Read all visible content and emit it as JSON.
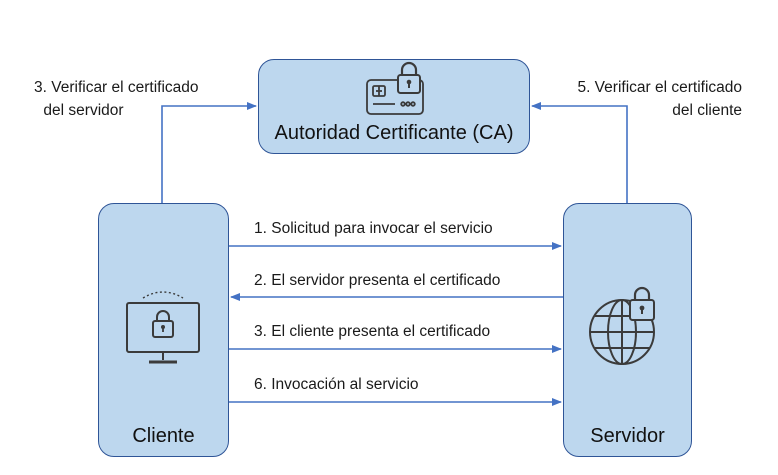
{
  "nodes": {
    "ca": {
      "title": "Autoridad Certificante (CA)",
      "icon": "credit-card-lock-icon"
    },
    "client": {
      "title": "Cliente",
      "icon": "monitor-lock-icon"
    },
    "server": {
      "title": "Servidor",
      "icon": "globe-lock-icon"
    }
  },
  "edges": {
    "verify_server": {
      "line1": "3. Verificar el certificado",
      "line2": "del servidor"
    },
    "verify_client": {
      "line1": "5. Verificar el certificado",
      "line2": "del cliente"
    },
    "messages": [
      "1. Solicitud para invocar el servicio",
      "2. El servidor presenta el certificado",
      "3. El cliente presenta el certificado",
      "6. Invocación al servicio"
    ]
  },
  "colors": {
    "box_fill": "#bdd7ee",
    "box_border": "#2f5597",
    "arrow": "#4472c4",
    "icon": "#3b3b3b"
  }
}
